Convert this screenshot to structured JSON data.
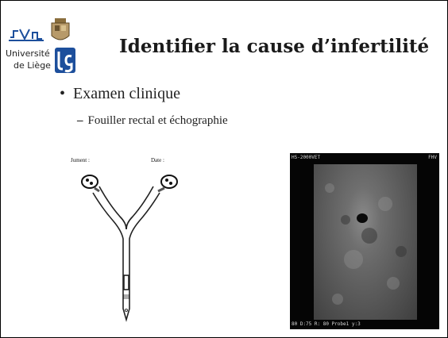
{
  "logo": {
    "line1": "Université",
    "line2": "de Liège",
    "icon_primary": "cvu-logo",
    "icon_secondary": "ulg-logo"
  },
  "slide": {
    "title": "Identifier la cause d’infertilité",
    "bullet": "Examen clinique",
    "sub_bullet": "Fouiller rectal et échographie"
  },
  "diagram": {
    "label_left": "Jument :",
    "label_right": "Date :"
  },
  "ultrasound": {
    "top_left": "HS-2000VET",
    "top_right": "FHV",
    "bottom": "80 D:75  R: 80  Probe1  y:3"
  },
  "colors": {
    "logo_blue": "#1d4f9c",
    "text": "#1a1a1a"
  }
}
